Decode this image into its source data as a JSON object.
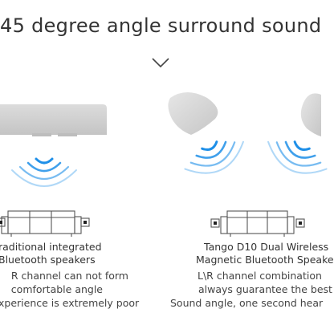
{
  "title": "45 degree angle surround sound",
  "left_panel": {
    "caption_line1": "raditional integrated",
    "caption_line2": "Bluetooth speakers",
    "desc_line1": "R channel can not form",
    "desc_line2": "comfortable angle",
    "desc_line3": "xperience is extremely poor"
  },
  "right_panel": {
    "caption_line1": "Tango D10 Dual Wireless",
    "caption_line2": "Magnetic Bluetooth Speake",
    "desc_line1": "L\\R channel combination",
    "desc_line2": "always guarantee the best",
    "desc_line3": "Sound angle, one second hear"
  },
  "colors": {
    "speaker_gray": "#d2d2d2",
    "wave_blue": "#1e8fe8",
    "sofa_stroke": "#555555"
  },
  "icons": [
    "chevron-down-icon",
    "sound-wave-icon",
    "sofa-icon",
    "speaker-icon"
  ]
}
